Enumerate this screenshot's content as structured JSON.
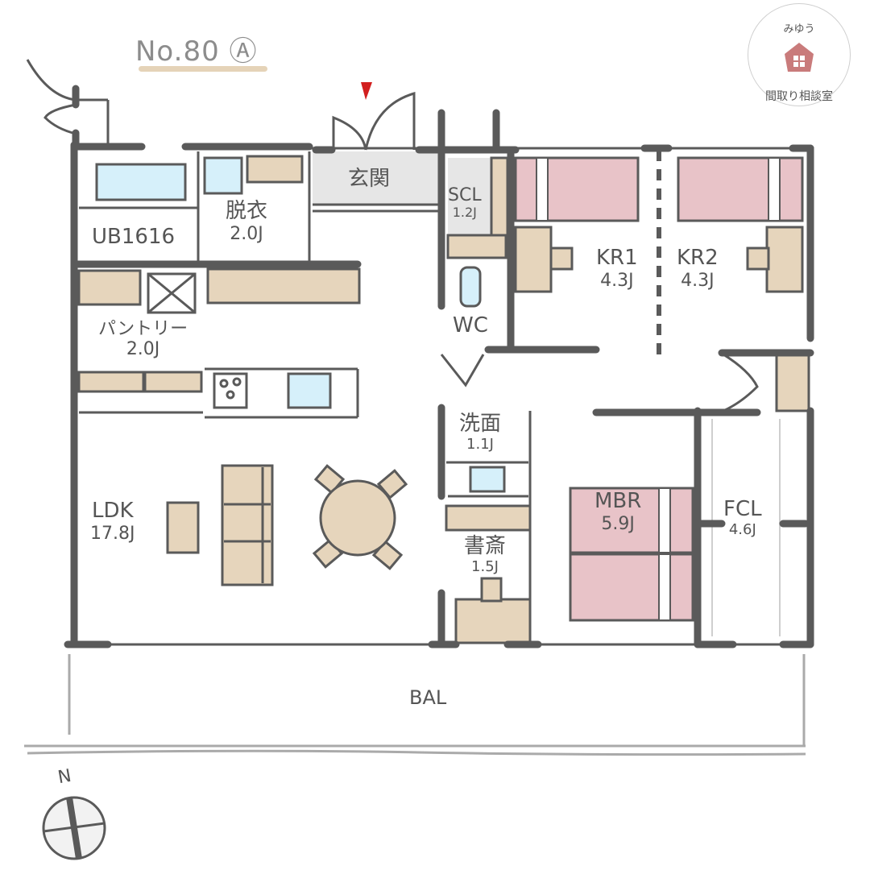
{
  "header": {
    "plan_number": "No.80 Ⓐ"
  },
  "logo": {
    "top_text": "みゆう",
    "bottom_text": "間取り相談室",
    "icon": "house-icon",
    "color": "#c97b7b"
  },
  "rooms": {
    "genkan": {
      "name": "玄関"
    },
    "scl": {
      "name": "SCL",
      "area": "1.2J"
    },
    "ub": {
      "name": "UB1616"
    },
    "datsui": {
      "name": "脱衣",
      "area": "2.0J"
    },
    "pantry": {
      "name": "パントリー",
      "area": "2.0J"
    },
    "wc": {
      "name": "WC"
    },
    "kr1": {
      "name": "KR1",
      "area": "4.3J"
    },
    "kr2": {
      "name": "KR2",
      "area": "4.3J"
    },
    "senmen": {
      "name": "洗面",
      "area": "1.1J"
    },
    "shosai": {
      "name": "書斎",
      "area": "1.5J"
    },
    "ldk": {
      "name": "LDK",
      "area": "17.8J"
    },
    "mbr": {
      "name": "MBR",
      "area": "5.9J"
    },
    "fcl": {
      "name": "FCL",
      "area": "4.6J"
    },
    "bal": {
      "name": "BAL"
    }
  },
  "compass": {
    "label": "N",
    "icon": "north-compass-icon"
  },
  "entrance_marker": {
    "icon": "entrance-arrow-icon",
    "color": "#d21f1f"
  },
  "colors": {
    "wall": "#5a5a5a",
    "furniture": "#e6d5bc",
    "bed": "#e8c3c8",
    "water": "#d6f0fa",
    "entry_floor": "#e6e6e6",
    "closet_hanger": "#cfcfcf"
  }
}
